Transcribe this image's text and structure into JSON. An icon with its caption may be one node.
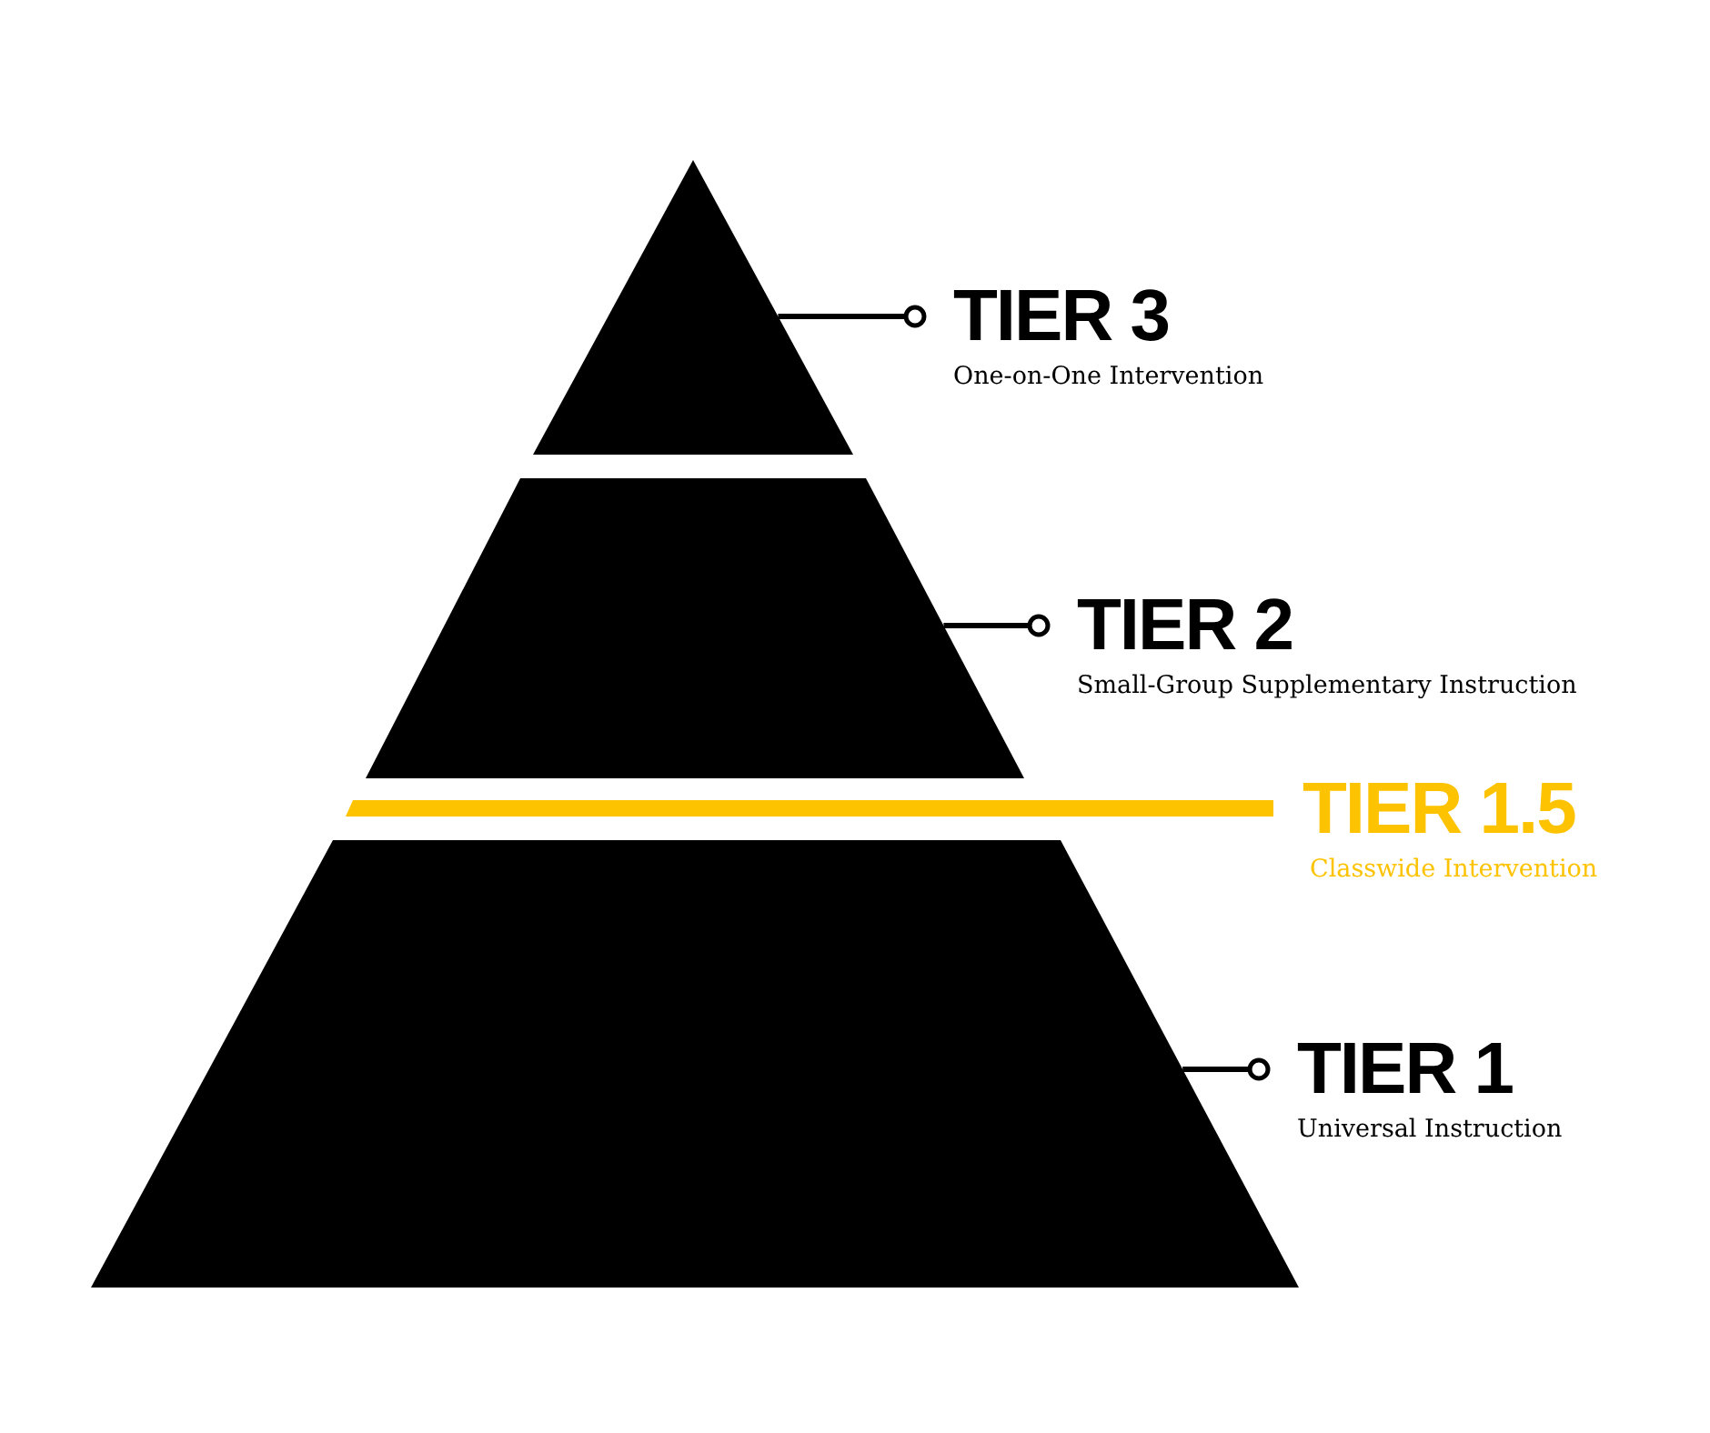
{
  "diagram": {
    "nodes": [
      {
        "text": [],
        "shape": "triangle"
      },
      {
        "text": [
          "TIER 3",
          "One-on-One Intervention"
        ]
      },
      {
        "text": [],
        "shape": "trapezoid"
      },
      {
        "text": [
          "TIER 2",
          "Small-Group Supplementary Instruction"
        ]
      },
      {
        "text": [],
        "shape": "bar",
        "beside": [
          "TIER 1.5",
          "Classwide Intervention"
        ]
      },
      {
        "text": [],
        "shape": "trapezoid"
      },
      {
        "text": [
          "TIER 1",
          "Universal Instruction"
        ]
      }
    ],
    "edges": [
      {
        "from": 1,
        "to": 0,
        "arrow": "other"
      },
      {
        "from": 3,
        "to": 2,
        "arrow": "other"
      },
      {
        "from": 6,
        "to": 5,
        "arrow": "other"
      }
    ]
  }
}
